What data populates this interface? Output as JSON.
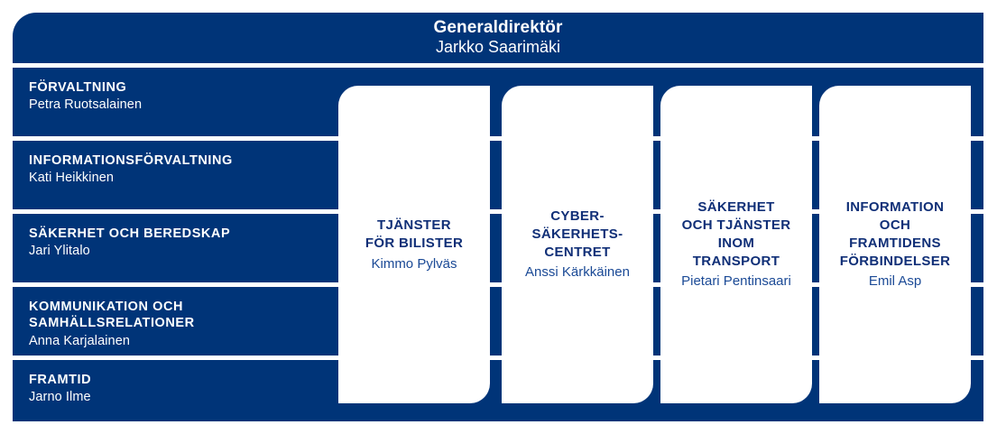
{
  "header": {
    "title": "Generaldirektör",
    "name": "Jarkko Saarimäki"
  },
  "colors": {
    "brand_navy": "#003478",
    "card_background": "#ffffff",
    "card_text": "#102f77",
    "page_background": "#ffffff"
  },
  "units": [
    {
      "title": "FÖRVALTNING",
      "person": "Petra Ruotsalainen"
    },
    {
      "title": "INFORMATIONSFÖRVALTNING",
      "person": "Kati Heikkinen"
    },
    {
      "title": "SÄKERHET OCH BEREDSKAP",
      "person": "Jari Ylitalo"
    },
    {
      "title": "KOMMUNIKATION OCH\nSAMHÄLLSRELATIONER",
      "person": "Anna Karjalainen"
    },
    {
      "title": "FRAMTID",
      "person": "Jarno Ilme"
    }
  ],
  "departments": [
    {
      "title": "TJÄNSTER\nFÖR BILISTER",
      "person": "Kimmo Pylväs"
    },
    {
      "title": "CYBER-\nSÄKERHETS-\nCENTRET",
      "person": "Anssi Kärkkäinen"
    },
    {
      "title": "SÄKERHET\nOCH TJÄNSTER\nINOM\nTRANSPORT",
      "person": "Pietari Pentinsaari"
    },
    {
      "title": "INFORMATION\nOCH\nFRAMTIDENS\nFÖRBINDELSER",
      "person": "Emil Asp"
    }
  ]
}
